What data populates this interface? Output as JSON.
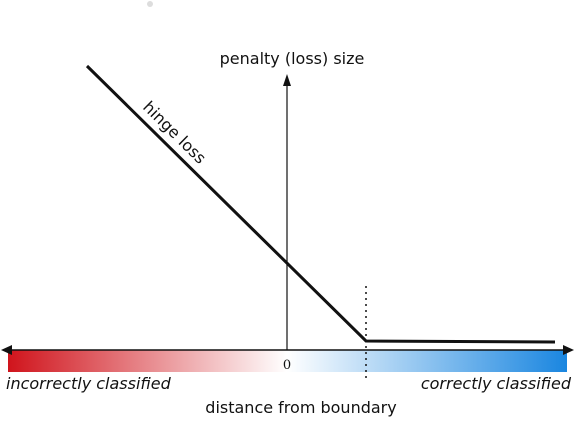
{
  "diagram": {
    "y_axis_label": "penalty (loss) size",
    "x_axis_label": "distance from boundary",
    "origin_label": "0",
    "curve_label": "hinge loss",
    "left_label": "incorrectly classified",
    "right_label": "correctly classified",
    "colors": {
      "negative": "#d0141c",
      "positive": "#1a86e0",
      "curve": "#111111"
    }
  }
}
